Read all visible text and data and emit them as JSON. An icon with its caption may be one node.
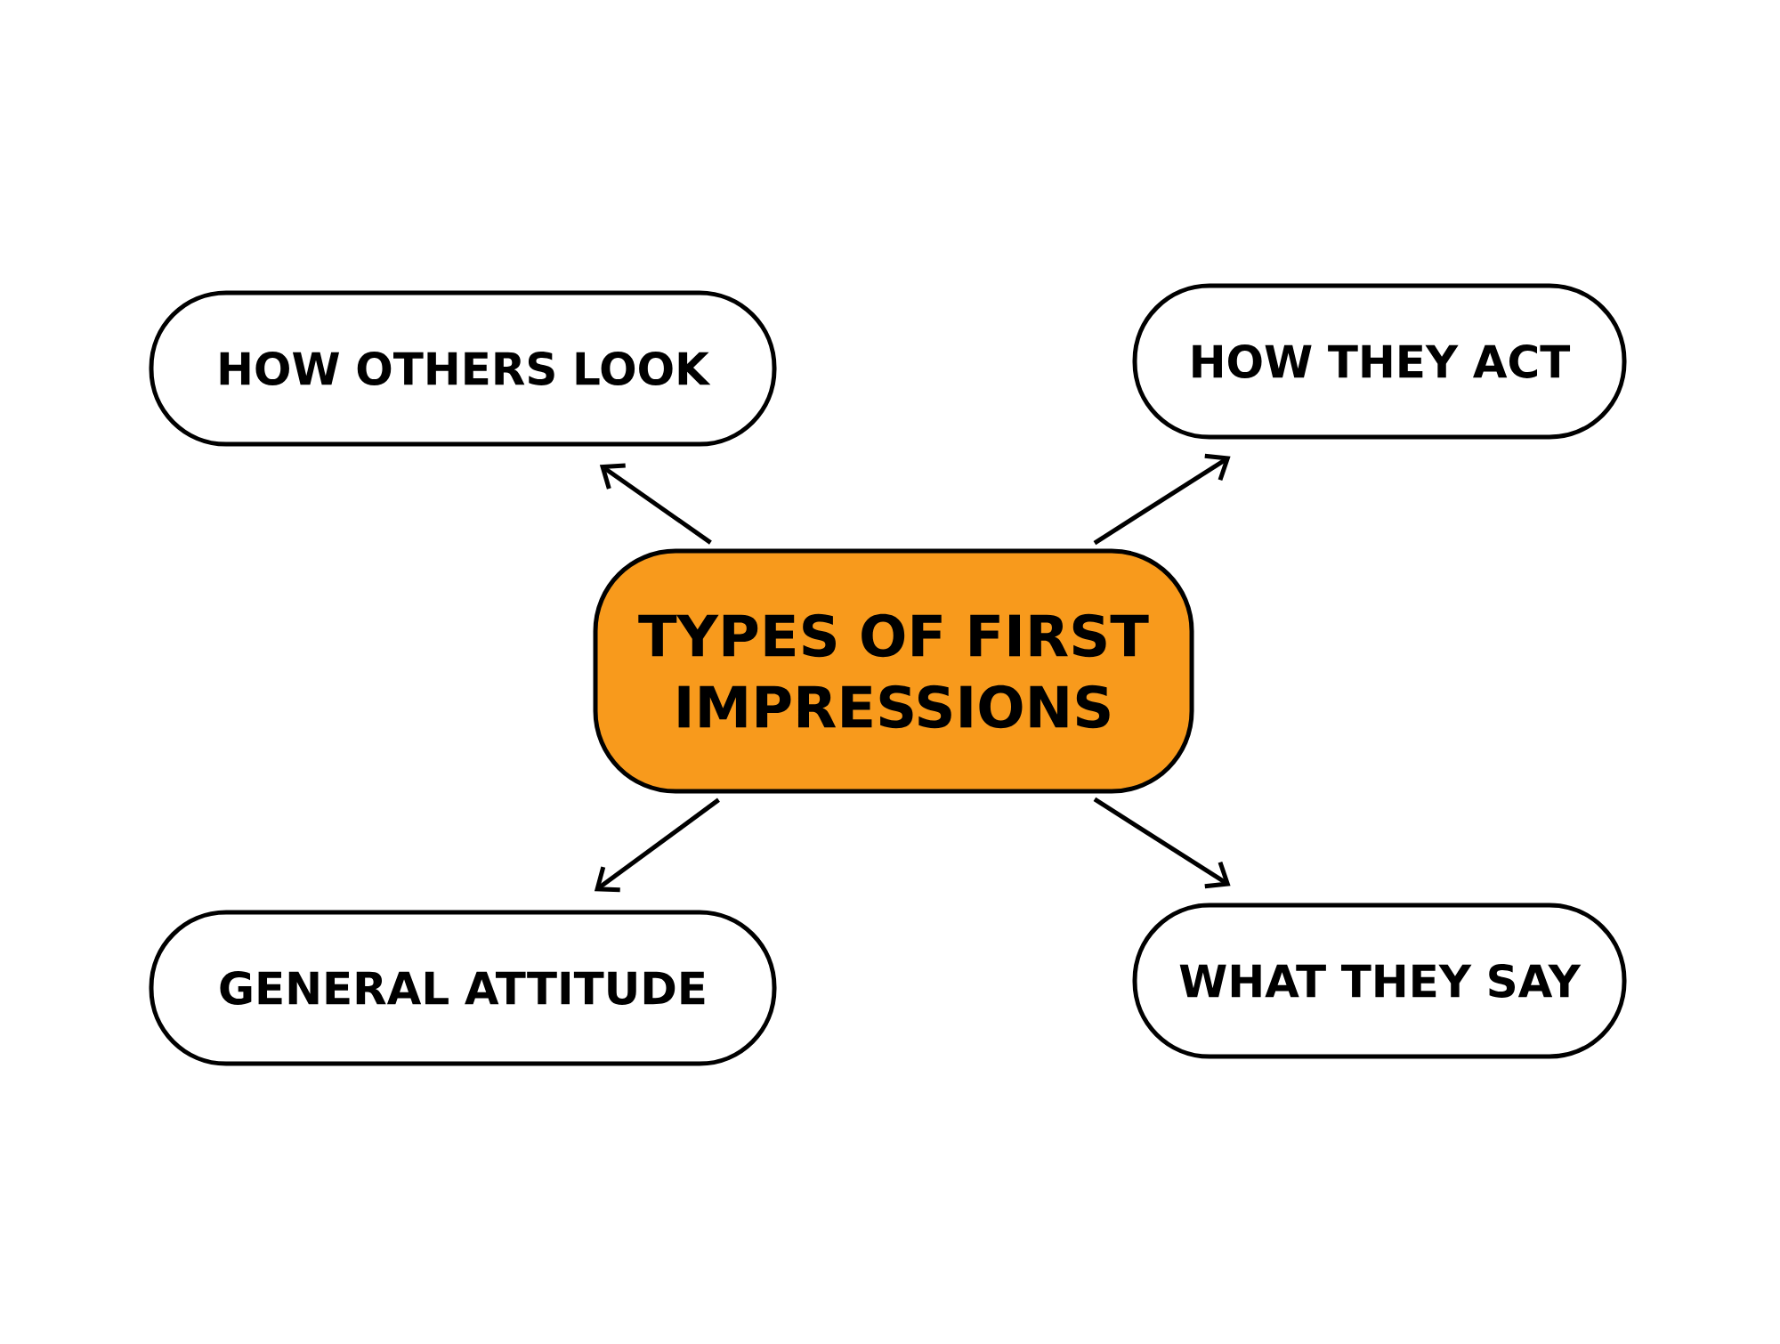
{
  "diagram": {
    "nodes": [
      {
        "text": [
          "TYPES OF FIRST IMPRESSIONS"
        ]
      },
      {
        "text": [
          "HOW OTHERS LOOK"
        ]
      },
      {
        "text": [
          "HOW THEY ACT"
        ]
      },
      {
        "text": [
          "GENERAL ATTITUDE"
        ]
      },
      {
        "text": [
          "WHAT THEY SAY"
        ]
      }
    ],
    "edges": [
      {
        "from": 0,
        "to": 1,
        "arrow": "to"
      },
      {
        "from": 0,
        "to": 2,
        "arrow": "to"
      },
      {
        "from": 0,
        "to": 3,
        "arrow": "to"
      },
      {
        "from": 0,
        "to": 4,
        "arrow": "to"
      }
    ]
  }
}
